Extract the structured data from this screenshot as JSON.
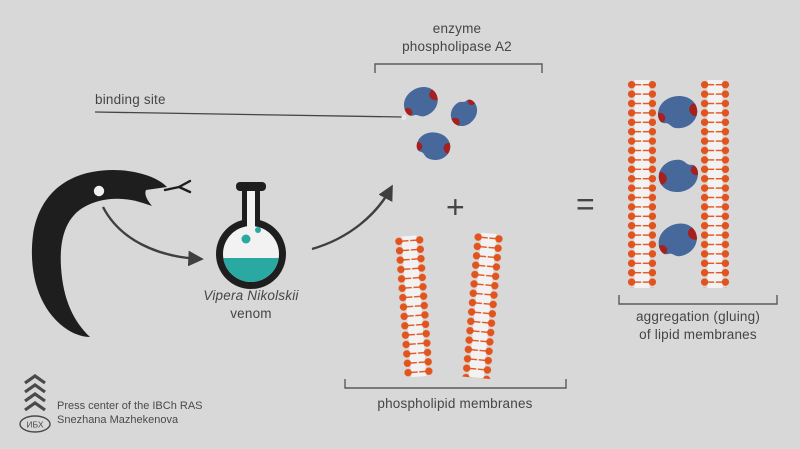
{
  "colors": {
    "background": "#d8d8d8",
    "text": "#454545",
    "lipid_orange": "#e2541e",
    "enzyme_blue": "#47689b",
    "binding_site_red": "#a6201e",
    "venom_teal": "#2aa8a2",
    "silhouette_black": "#1e1e1e"
  },
  "diagram": {
    "enzyme_label": {
      "line1": "enzyme",
      "line2": "phospholipase A2"
    },
    "binding_site_label": "binding site",
    "flask_label": {
      "line1": "Vipera Nikolskii",
      "line2": "venom"
    },
    "plus_sign": "+",
    "equals_sign": "=",
    "membranes_label": "phospholipid membranes",
    "aggregation_label": {
      "line1": "aggregation (gluing)",
      "line2": "of lipid membranes"
    }
  },
  "footer": {
    "logo_text": "ИБХ",
    "credit_line1": "Press center of the IBCh RAS",
    "credit_line2": "Snezhana Mazhekenova"
  }
}
